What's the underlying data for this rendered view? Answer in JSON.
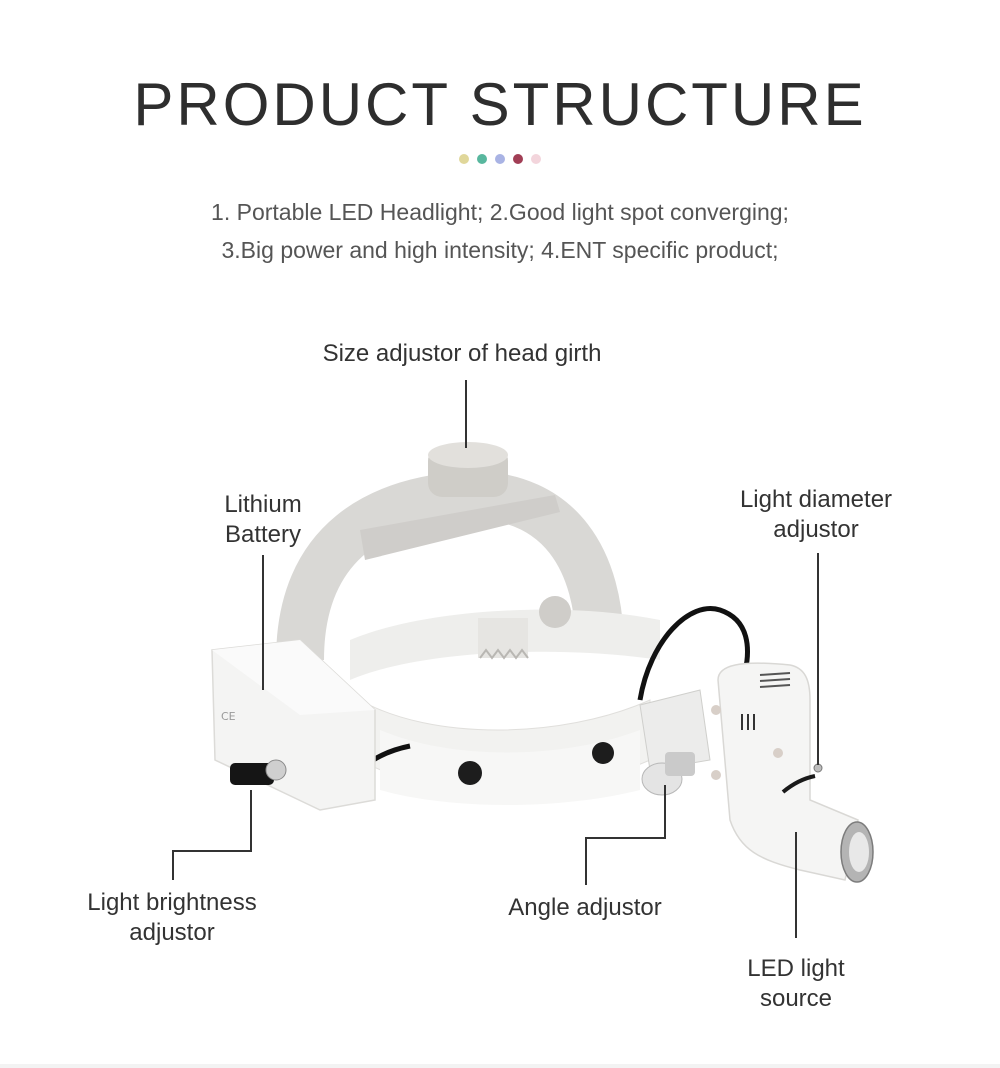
{
  "header": {
    "title": "PRODUCT STRUCTURE",
    "dot_colors": [
      "#e0d79a",
      "#58b79e",
      "#a9b3e4",
      "#a13e55",
      "#f3d5dc"
    ]
  },
  "intro": {
    "line1": "1. Portable LED Headlight;  2.Good light spot converging;",
    "line2": "3.Big power and high intensity;  4.ENT specific product;"
  },
  "labels": {
    "size_adjustor": "Size adjustor of head girth",
    "battery_line1": "Lithium",
    "battery_line2": "Battery",
    "diameter_line1": "Light diameter",
    "diameter_line2": "adjustor",
    "brightness_line1": "Light brightness",
    "brightness_line2": "adjustor",
    "angle_adjustor": "Angle adjustor",
    "led_line1": "LED light",
    "led_line2": "source"
  },
  "device": {
    "marking": "CE"
  }
}
